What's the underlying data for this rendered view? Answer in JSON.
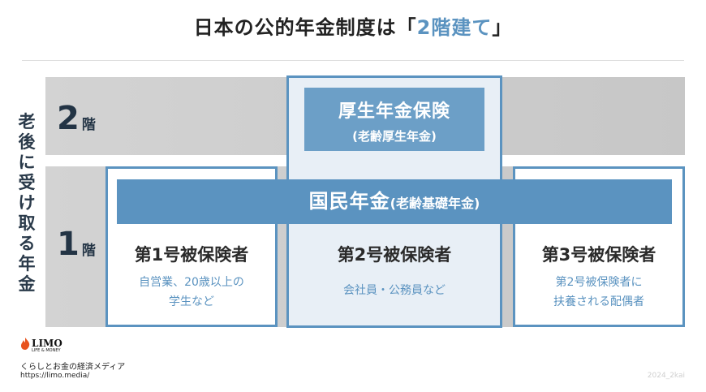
{
  "title": {
    "main": "日本の公的年金制度は「",
    "accent": "2階建て",
    "close": "」"
  },
  "side_label": [
    "老",
    "後",
    "に",
    "受",
    "け",
    "取",
    "る",
    "年",
    "金"
  ],
  "floors": {
    "second": {
      "num": "2",
      "unit": "階"
    },
    "first": {
      "num": "1",
      "unit": "階"
    }
  },
  "kosei": {
    "title": "厚生年金保険",
    "subtitle": "(老齢厚生年金)"
  },
  "kokumin": {
    "title": "国民年金",
    "subtitle": "(老齢基礎年金)"
  },
  "insured": [
    {
      "name": "第1号被保険者",
      "desc_line1": "自営業、20歳以上の",
      "desc_line2": "学生など"
    },
    {
      "name": "第2号被保険者",
      "desc_line1": "会社員・公務員など",
      "desc_line2": ""
    },
    {
      "name": "第3号被保険者",
      "desc_line1": "第2号被保険者に",
      "desc_line2": "扶養される配偶者"
    }
  ],
  "footer": {
    "logo": "LIMO",
    "logo_sub": "LIFE & MONEY",
    "tagline": "くらしとお金の経済メディア",
    "url": "https://limo.media/",
    "credit": "2024_2kai"
  },
  "colors": {
    "accent": "#5b93c0",
    "band": "#cccccc",
    "kosei_box": "#6c9fc7"
  }
}
